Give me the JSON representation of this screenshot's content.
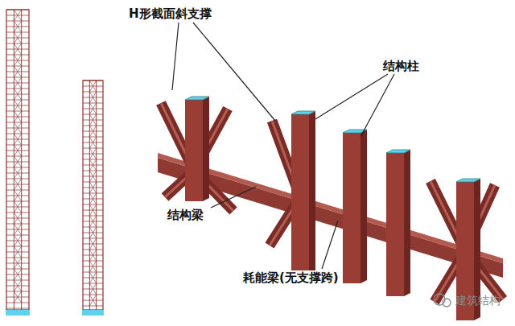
{
  "diagram": {
    "labels": [
      "H形截面斜支撑",
      "结构柱",
      "结构梁",
      "耗能梁(无支撑跨)",
      "建筑结构"
    ]
  }
}
